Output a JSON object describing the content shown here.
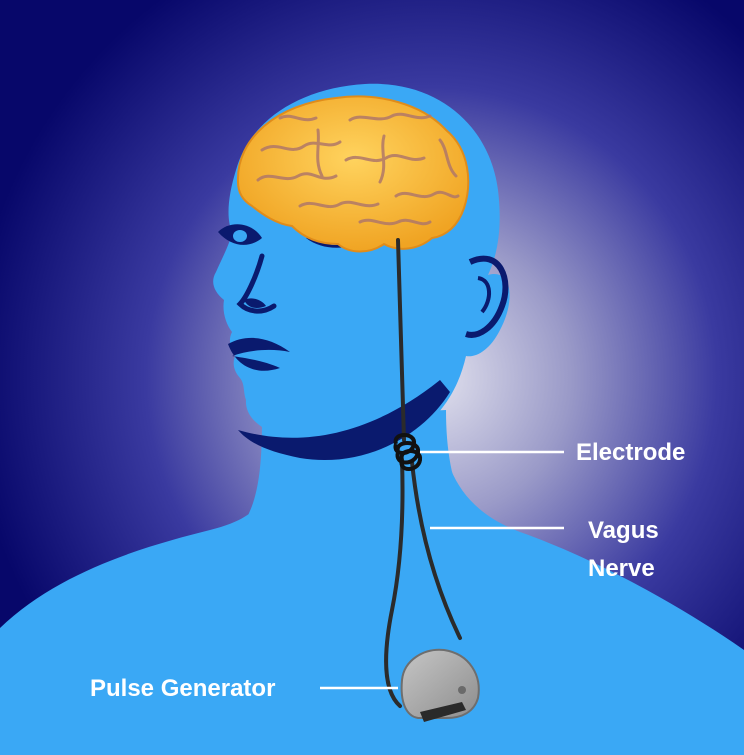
{
  "labels": {
    "electrode": "Electrode",
    "vagus_nerve_line1": "Vagus",
    "vagus_nerve_line2": "Nerve",
    "pulse_generator": "Pulse Generator"
  },
  "colors": {
    "background_outer": "#0a0a6e",
    "background_glow": "#dcdcec",
    "skin": "#3aa8f5",
    "shadow": "#0a1a6e",
    "brain": "#f2b233",
    "brain_fold": "#b07868",
    "wire": "#2b2b2b",
    "generator": "#a9a9a9",
    "label_text": "#ffffff"
  },
  "icons": [
    "brain-icon",
    "electrode-icon",
    "pulse-generator-icon"
  ]
}
